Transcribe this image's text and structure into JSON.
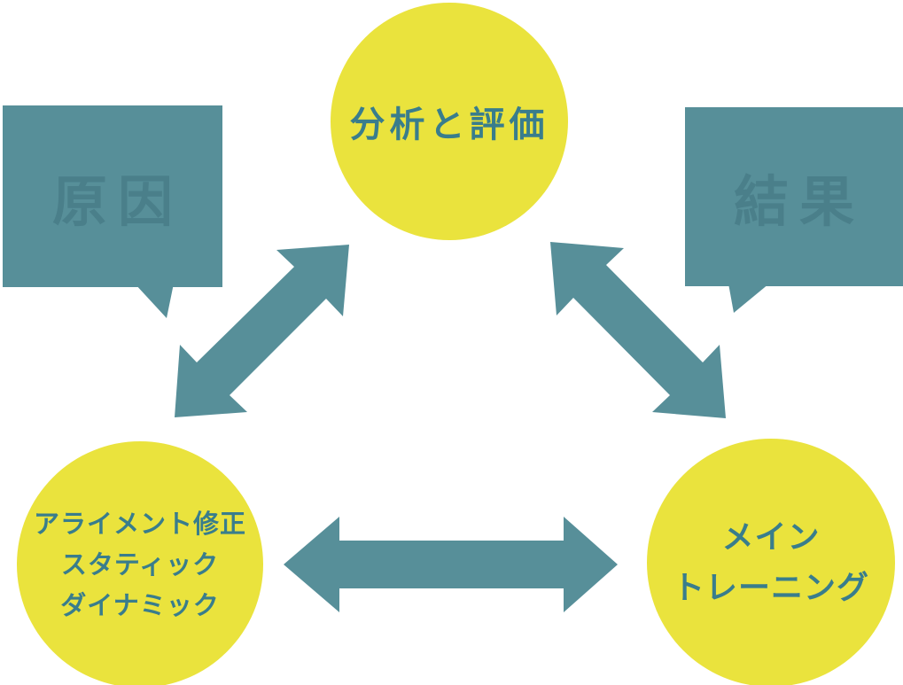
{
  "colors": {
    "yellow": "#EAE33D",
    "teal": "#578F99",
    "teal-text": "#397D8C",
    "bubble-text": "#4A7F8A",
    "background": "#FFFFFF"
  },
  "diagram": {
    "top_circle": {
      "label": "分析と評価"
    },
    "left_bubble": {
      "label": "原因"
    },
    "right_bubble": {
      "label": "結果"
    },
    "bottom_left_circle": {
      "lines": [
        "アライメント修正",
        "スタティック",
        "ダイナミック"
      ]
    },
    "bottom_right_circle": {
      "lines": [
        "メイン",
        "トレーニング"
      ]
    }
  }
}
